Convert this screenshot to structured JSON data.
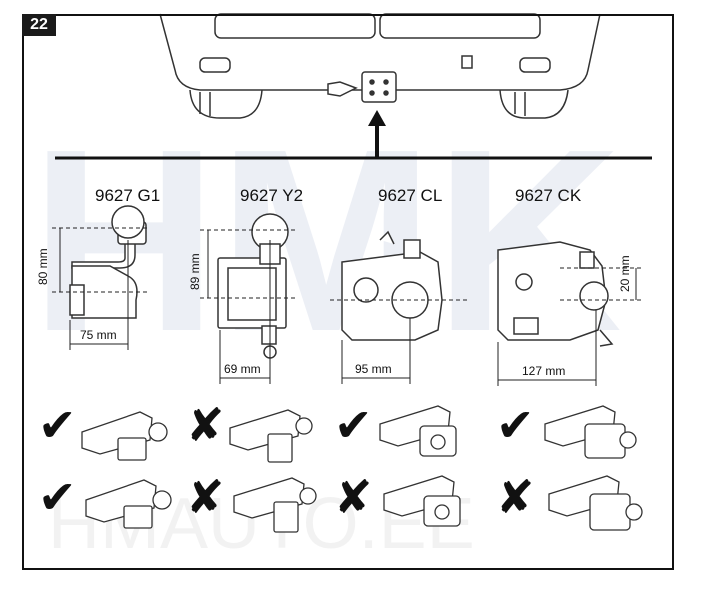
{
  "figure": {
    "number": "22"
  },
  "watermark": {
    "brand": "HMK",
    "text": "HMAUTO.EE"
  },
  "variants": [
    {
      "code": "9627 G1",
      "width": "75 mm",
      "height": "80 mm"
    },
    {
      "code": "9627 Y2",
      "width": "69 mm",
      "height": "89 mm"
    },
    {
      "code": "9627 CL",
      "width": "95 mm"
    },
    {
      "code": "9627 CK",
      "width": "127 mm",
      "height": "20 mm"
    }
  ],
  "compatibility": {
    "rows": [
      [
        "check",
        "cross",
        "check",
        "check"
      ],
      [
        "check",
        "cross",
        "cross",
        "cross"
      ]
    ],
    "symbols": {
      "check": "✔",
      "cross": "✘"
    }
  }
}
